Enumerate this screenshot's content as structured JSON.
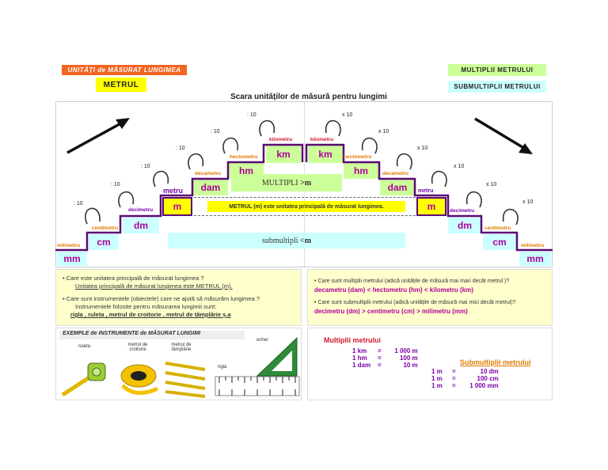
{
  "header": {
    "topic_tag": "UNITĂȚI de MĂSURAT LUNGIMEA",
    "meter_tag": "METRUL",
    "multiples_tag": "MULTIPLII METRULUI",
    "submultiples_tag": "SUBMULTIPLII METRULUI",
    "title": "Scara unităților de măsură pentru lungimi"
  },
  "ladder": {
    "units": {
      "km": "km",
      "hm": "hm",
      "dam": "dam",
      "m": "m",
      "dm": "dm",
      "cm": "cm",
      "mm": "mm"
    },
    "names": {
      "kilo": "kilometru",
      "hecto": "hectometru",
      "deca": "decametru",
      "metru": "metru",
      "deci": "decimetru",
      "centi": "centimetru",
      "mili": "milimetru"
    },
    "div": ": 10",
    "mul": "x 10",
    "multipli_label": "MULTIPLI",
    "multipli_sign": ">m",
    "submultipli_label": "submultipli",
    "submultipli_sign": "<m",
    "main_note": "METRUL (m) este unitatea principală de măsurat lungimea."
  },
  "left_questions": {
    "q1": "Care este unitatea principală de măsurat lungimea ?",
    "a1": "Unitatea principală de măsurat lungimea este METRUL (m).",
    "q2": "Care sunt instrumentele (obiectele) care ne ajută să măsurăm lungimea ?",
    "a2a": "Instrumentele folosite pentru măsurarea lungimii sunt:",
    "a2b": "rigla , ruleta , metrul de croitorie , metrul de tâmplărie ș.a"
  },
  "right_questions": {
    "q1": "Care sunt multiplii metrului (adică unitățile de măsură mai mari decât metrul )?",
    "a1": "decametru (dam) < hectometru (hm) < kilometru (km)",
    "q2": "Care sunt submultiplii metrului (adică unitățile de măsură mai mici decât metrul)?",
    "a2": "decimetru (dm) > centimetru (cm) > milimetru (mm)"
  },
  "instruments": {
    "heading": "EXEMPLE de INSTRUMENTE de MĂSURAT LUNGIMI",
    "ruleta": "ruleta",
    "croitorie": "metrul de croitorie",
    "tamplarie": "metrul de tâmplărie",
    "rigla": "rigla",
    "echer": "echer"
  },
  "multiples": {
    "heading": "Multiplii metrului",
    "rows": [
      {
        "left": "1 km",
        "eq": "=",
        "right": "1 000 m"
      },
      {
        "left": "1 hm",
        "eq": "=",
        "right": "100 m"
      },
      {
        "left": "1 dam",
        "eq": "=",
        "right": "10 m"
      }
    ]
  },
  "submultiples": {
    "heading": "Submultiplii metrului",
    "rows": [
      {
        "left": "1 m",
        "eq": "=",
        "right": "10 dm"
      },
      {
        "left": "1 m",
        "eq": "=",
        "right": "100 cm"
      },
      {
        "left": "1 m",
        "eq": "=",
        "right": "1 000 mm"
      }
    ]
  },
  "colors": {
    "orange": "#f26522",
    "yellow": "#ffff00",
    "green": "#ccff99",
    "cyan": "#ccffff",
    "purple": "#5a0a75",
    "magenta": "#b0009a"
  }
}
